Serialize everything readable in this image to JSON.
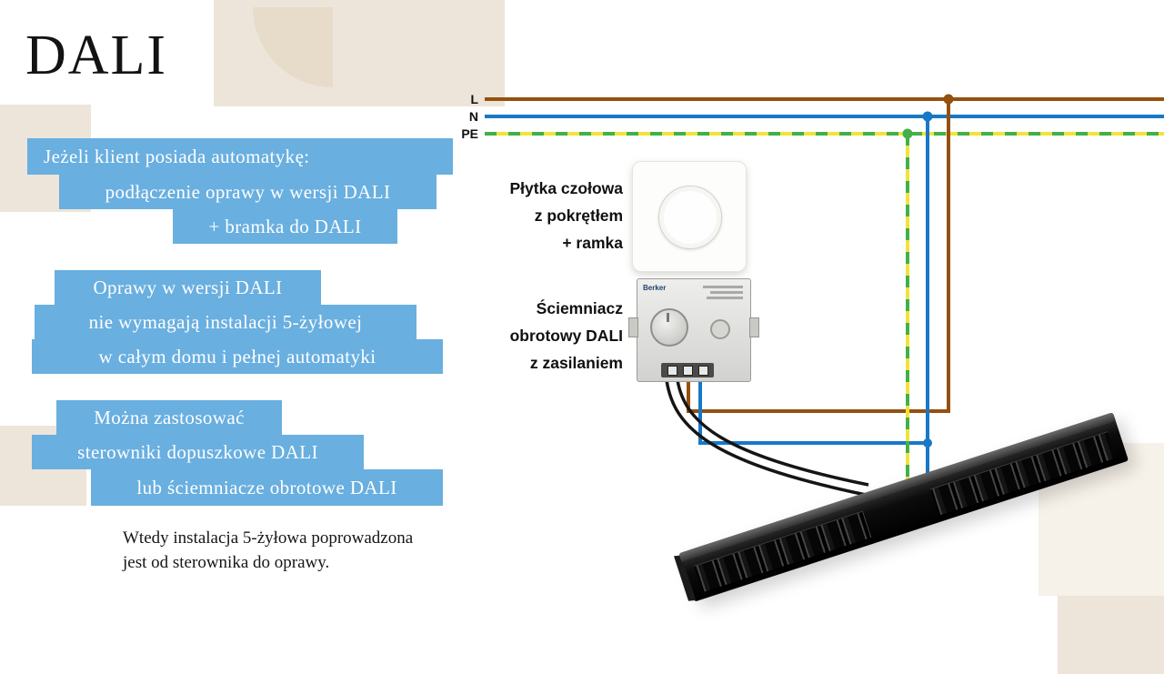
{
  "title": "DALI",
  "callouts": [
    [
      "Jeżeli klient posiada automatykę:",
      "podłączenie oprawy w wersji DALI",
      "+ bramka do DALI"
    ],
    [
      "Oprawy w wersji DALI",
      "nie wymagają instalacji 5-żyłowej",
      "w całym domu i pełnej automatyki"
    ],
    [
      "Można zastosować",
      "sterowniki dopuszkowe DALI",
      "lub ściemniacze obrotowe DALI"
    ]
  ],
  "note": "Wtedy instalacja 5-żyłowa poprowadzona jest od sterownika do oprawy.",
  "diagram": {
    "wire_labels": {
      "l": "L",
      "n": "N",
      "pe": "PE"
    },
    "component_labels": [
      [
        "Płytka czołowa",
        "z pokrętłem",
        "+ ramka"
      ],
      [
        "Ściemniacz",
        "obrotowy DALI",
        "z zasilaniem"
      ]
    ],
    "device_brand": "Berker",
    "colors": {
      "callout_blue": "#69afe0",
      "beige": "#ede5d9",
      "wire_l_brown": "#94500f",
      "wire_n_blue": "#1778c8",
      "wire_pe_yellow": "#f0e43c",
      "wire_pe_green": "#43b049",
      "dali_control_black": "#151515"
    }
  }
}
